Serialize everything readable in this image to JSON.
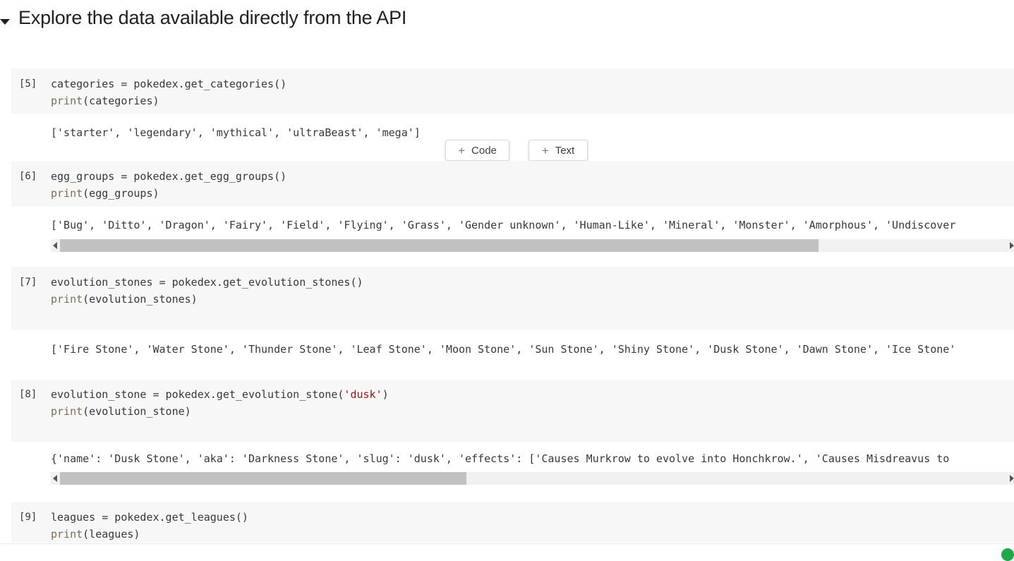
{
  "section": {
    "title": "Explore the data available directly from the API"
  },
  "add_buttons": {
    "code": {
      "plus": "+",
      "label": "Code"
    },
    "text": {
      "plus": "+",
      "label": "Text"
    }
  },
  "cells": [
    {
      "label": "[5]",
      "code": {
        "l1a": "categories = pokedex.get_categories()",
        "l2a": "print",
        "l2b": "(categories)"
      },
      "output": "['starter', 'legendary', 'mythical', 'ultraBeast', 'mega']"
    },
    {
      "label": "[6]",
      "code": {
        "l1a": "egg_groups = pokedex.get_egg_groups()",
        "l2a": "print",
        "l2b": "(egg_groups)"
      },
      "output": "['Bug', 'Ditto', 'Dragon', 'Fairy', 'Field', 'Flying', 'Grass', 'Gender unknown', 'Human-Like', 'Mineral', 'Monster', 'Amorphous', 'Undiscover"
    },
    {
      "label": "[7]",
      "code": {
        "l1a": "evolution_stones = pokedex.get_evolution_stones()",
        "l2a": "print",
        "l2b": "(evolution_stones)"
      },
      "output": "['Fire Stone', 'Water Stone', 'Thunder Stone', 'Leaf Stone', 'Moon Stone', 'Sun Stone', 'Shiny Stone', 'Dusk Stone', 'Dawn Stone', 'Ice Stone'"
    },
    {
      "label": "[8]",
      "code": {
        "l1a": "evolution_stone = pokedex.get_evolution_stone(",
        "l1b": "'dusk'",
        "l1c": ")",
        "l2a": "print",
        "l2b": "(evolution_stone)"
      },
      "output": "{'name': 'Dusk Stone', 'aka': 'Darkness Stone', 'slug': 'dusk', 'effects': ['Causes Murkrow to evolve into Honchkrow.', 'Causes Misdreavus to"
    },
    {
      "label": "[9]",
      "code": {
        "l1a": "leagues = pokedex.get_leagues()",
        "l2a": "print",
        "l2b": "(leagues)"
      }
    }
  ],
  "colors": {
    "cell_background": "#f7f7f7",
    "code_text": "#383838",
    "builtin_token": "#7d6e50",
    "string_token": "#a31515",
    "scrollbar_track": "#f1f1f1",
    "scrollbar_thumb": "#c1c1c1",
    "status_green": "#1fa94a"
  }
}
